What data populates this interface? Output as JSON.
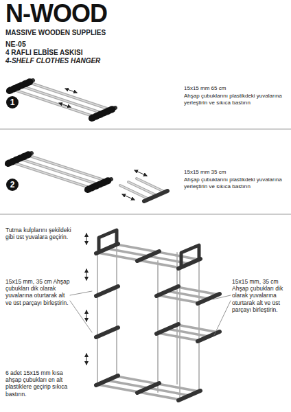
{
  "diagram": {
    "nodes": [
      {
        "text": [
          "1"
        ]
      },
      {
        "text": [
          "2"
        ]
      }
    ],
    "labels": [
      "N-WOOD",
      "MASSIVE WOODEN SUPPLIES",
      "NE-05",
      "4 RAFLI ELBİSE ASKISI",
      "4-SHELF CLOTHES HANGER",
      "15x15 mm 65 cm",
      "Ahşap çubuklarını plastikdeki yuvalarına yerleştirin ve sıkıca bastırın",
      "15x15 mm 35 cm",
      "Ahşap çubuklarını plastikdeki yuvalarına yerleştirin ve sıkıca bastırın",
      "Tutma kulplarını şekildeki gibi üst yuvalara geçirin.",
      "15x15 mm, 35 cm Ahşap çubukları dik olarak yuvalarına oturtarak alt ve üst parçayı birleştirin.",
      "15x15 mm, 35 cm Ahşap çubukları dik olarak yuvalarına oturtarak alt ve üst parçayı birleştirin.",
      "6 adet 15x15 mm kısa ahşap çubukları en alt plastiklere geçirip sıkıca bastırın."
    ]
  }
}
